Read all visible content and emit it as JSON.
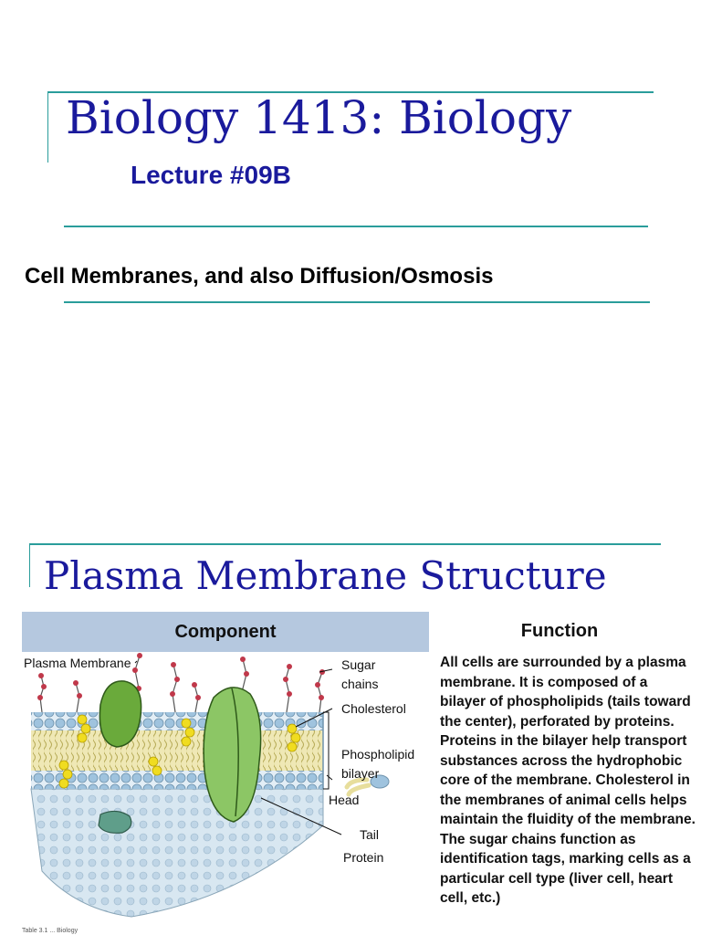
{
  "slide1": {
    "title": "Biology 1413: Biology",
    "subtitle": "Lecture #09B",
    "topic": "Cell Membranes, and also Diffusion/Osmosis"
  },
  "slide2": {
    "title": "Plasma Membrane Structure",
    "component_header": "Component",
    "function_header": "Function",
    "labels": {
      "plasma_membrane": "Plasma Membrane",
      "sugar_chains": "Sugar chains",
      "cholesterol": "Cholesterol",
      "phospholipid_bilayer": "Phospholipid bilayer",
      "head": "Head",
      "tail": "Tail",
      "protein": "Protein"
    },
    "function_text": "All cells are surrounded by a plasma membrane. It is composed of a bilayer of phospholipids (tails toward the center), perforated by proteins. Proteins in the bilayer help transport substances across the hydrophobic core of the membrane. Cholesterol in the membranes of animal cells helps maintain the fluidity of the membrane. The sugar chains function as identification tags, marking cells as a particular cell type (liver cell, heart cell, etc.)",
    "caption": "Table 3.1 ... Biology"
  },
  "colors": {
    "title_blue": "#1a1a9c",
    "accent_teal": "#2a9d9b",
    "header_blue": "#b5c8df",
    "membrane_head": "#9fc3de",
    "membrane_tail": "#e7de9c",
    "protein_green": "#6aaa3b",
    "cholesterol_yellow": "#f0dc20"
  }
}
